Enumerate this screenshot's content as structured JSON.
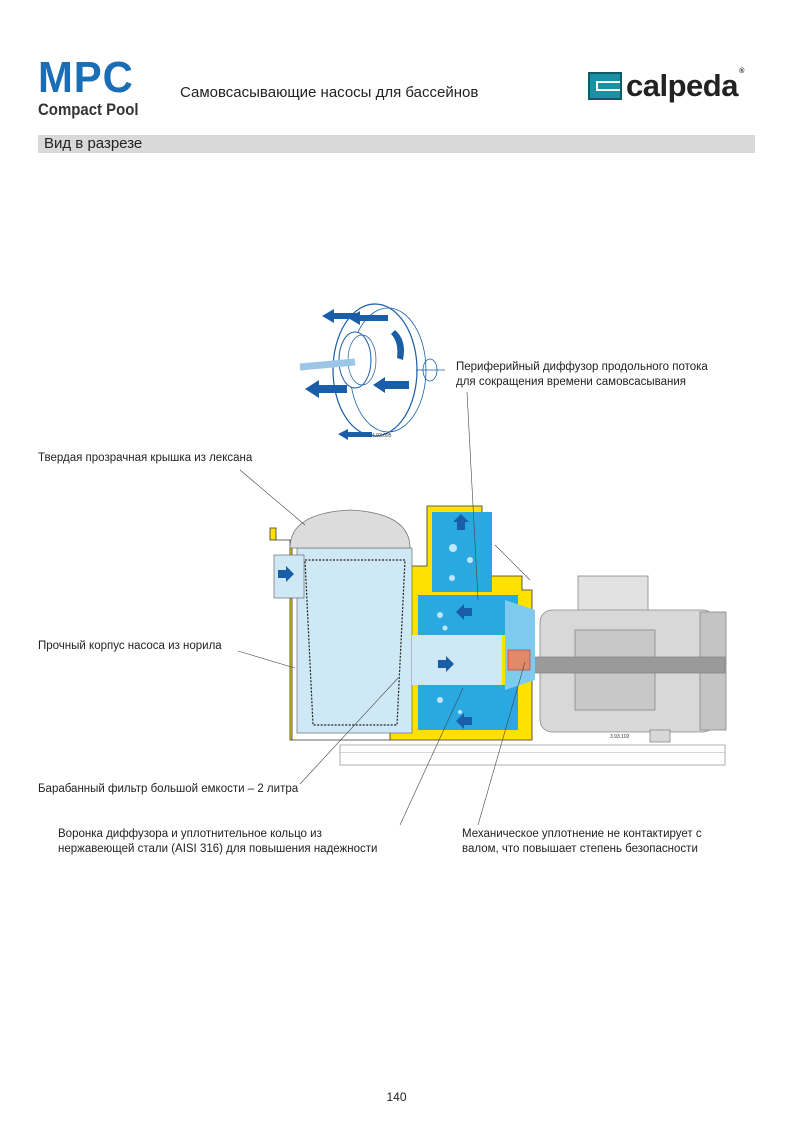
{
  "header": {
    "product": "MPC",
    "product_sub": "Compact Pool",
    "subtitle": "Самовсасывающие насосы для бассейнов",
    "brand": "calpeda",
    "brand_mark": "®"
  },
  "section_title": "Вид в разрезе",
  "diagram": {
    "impeller_code": "4.93.095",
    "pump_code": "3.93.102",
    "colors": {
      "water": "#2aa9e0",
      "body": "#ffe100",
      "light": "#cfe8f5",
      "arrow": "#1a5ea8",
      "motor": "#d8d8d8"
    }
  },
  "callouts": {
    "peripheral_diffuser": [
      "Периферийный диффузор продольного потока",
      "для сокращения времени самовсасывания"
    ],
    "lid": "Твердая прозрачная крышка из лексана",
    "body": "Прочный корпус насоса из норила",
    "filter": "Барабанный фильтр большой емкости – 2 литра",
    "diffuser_funnel": [
      "Воронка диффузора и уплотнительное кольцо из",
      "нержавеющей стали (AISI 316) для повышения надежности"
    ],
    "mech_seal": [
      "Механическое уплотнение не контактирует с",
      "валом, что повышает степень безопасности"
    ]
  },
  "page_number": "140"
}
